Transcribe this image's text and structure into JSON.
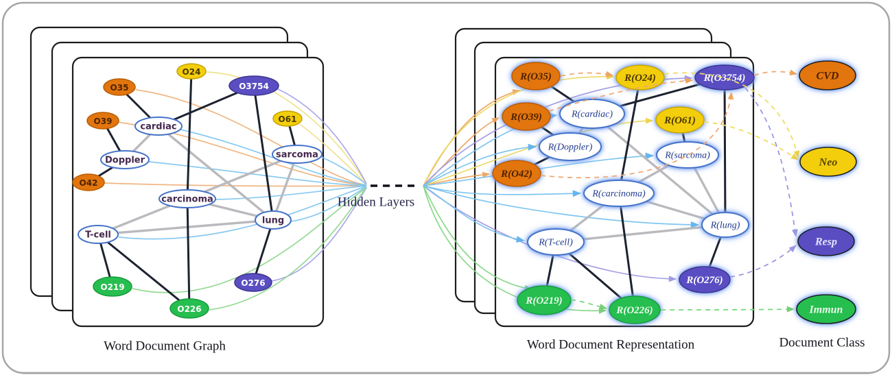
{
  "captions": {
    "left_panel": "Word Document Graph",
    "hidden_layers": "Hidden Layers",
    "right_panel": "Word Document Representation",
    "document_class": "Document Class"
  },
  "colors": {
    "cvd_orange": "#e2750e",
    "neo_yellow": "#f2ce0d",
    "resp_purple": "#5a4ec2",
    "immun_green": "#27be50",
    "word_node_border": "#4472c8",
    "doc_word_edge": "#1d2230",
    "word_word_edge": "#bababe",
    "glow_blue": "#5b8def",
    "flow_orange": "#efa55e",
    "flow_yellow": "#ecd964",
    "flow_blue": "#79c2ef",
    "flow_green": "#85d685",
    "flow_lavender": "#a09ae2"
  },
  "left_graph": {
    "doc_nodes": [
      {
        "label": "O35",
        "class": "CVD"
      },
      {
        "label": "O39",
        "class": "CVD"
      },
      {
        "label": "O42",
        "class": "CVD"
      },
      {
        "label": "O24",
        "class": "Neo"
      },
      {
        "label": "O61",
        "class": "Neo"
      },
      {
        "label": "O3754",
        "class": "Resp"
      },
      {
        "label": "O276",
        "class": "Resp"
      },
      {
        "label": "O219",
        "class": "Immun"
      },
      {
        "label": "O226",
        "class": "Immun"
      }
    ],
    "word_nodes": [
      {
        "label": "cardiac"
      },
      {
        "label": "Doppler"
      },
      {
        "label": "sarcoma"
      },
      {
        "label": "carcinoma"
      },
      {
        "label": "lung"
      },
      {
        "label": "T-cell"
      }
    ],
    "doc_word_edges": [
      [
        "O35",
        "cardiac"
      ],
      [
        "O39",
        "Doppler"
      ],
      [
        "O42",
        "Doppler"
      ],
      [
        "O24",
        "carcinoma"
      ],
      [
        "O226",
        "carcinoma"
      ],
      [
        "O3754",
        "cardiac"
      ],
      [
        "O3754",
        "lung"
      ],
      [
        "O61",
        "sarcoma"
      ],
      [
        "O219",
        "T-cell"
      ],
      [
        "O226",
        "T-cell"
      ],
      [
        "O276",
        "lung"
      ]
    ],
    "word_word_edges": [
      [
        "cardiac",
        "Doppler"
      ],
      [
        "cardiac",
        "lung"
      ],
      [
        "carcinoma",
        "sarcoma"
      ],
      [
        "carcinoma",
        "lung"
      ],
      [
        "carcinoma",
        "T-cell"
      ],
      [
        "T-cell",
        "lung"
      ],
      [
        "sarcoma",
        "lung"
      ]
    ]
  },
  "right_graph": {
    "doc_nodes": [
      {
        "label": "R(O35)",
        "class": "CVD"
      },
      {
        "label": "R(O39)",
        "class": "CVD"
      },
      {
        "label": "R(O42)",
        "class": "CVD"
      },
      {
        "label": "R(O24)",
        "class": "Neo"
      },
      {
        "label": "R(O61)",
        "class": "Neo"
      },
      {
        "label": "R(O3754)",
        "class": "Resp"
      },
      {
        "label": "R(O276)",
        "class": "Resp"
      },
      {
        "label": "R(O219)",
        "class": "Immun"
      },
      {
        "label": "R(O226)",
        "class": "Immun"
      }
    ],
    "word_nodes": [
      {
        "label": "R(cardiac)"
      },
      {
        "label": "R(Doppler)"
      },
      {
        "label": "R(sarcoma)"
      },
      {
        "label": "R(carcinoma)"
      },
      {
        "label": "R(lung)"
      },
      {
        "label": "R(T-cell)"
      }
    ],
    "doc_word_edges": [
      [
        "R(O35)",
        "R(cardiac)"
      ],
      [
        "R(O39)",
        "R(Doppler)"
      ],
      [
        "R(O42)",
        "R(Doppler)"
      ],
      [
        "R(O24)",
        "R(carcinoma)"
      ],
      [
        "R(O226)",
        "R(carcinoma)"
      ],
      [
        "R(O3754)",
        "R(cardiac)"
      ],
      [
        "R(O3754)",
        "R(lung)"
      ],
      [
        "R(O61)",
        "R(sarcoma)"
      ],
      [
        "R(O219)",
        "R(T-cell)"
      ],
      [
        "R(O226)",
        "R(T-cell)"
      ],
      [
        "R(O276)",
        "R(lung)"
      ]
    ],
    "word_word_edges": [
      [
        "R(cardiac)",
        "R(Doppler)"
      ],
      [
        "R(cardiac)",
        "R(lung)"
      ],
      [
        "R(carcinoma)",
        "R(sarcoma)"
      ],
      [
        "R(carcinoma)",
        "R(lung)"
      ],
      [
        "R(carcinoma)",
        "R(T-cell)"
      ],
      [
        "R(T-cell)",
        "R(lung)"
      ],
      [
        "R(sarcoma)",
        "R(lung)"
      ]
    ],
    "inference_edges": [
      {
        "from": "R(O35)",
        "to": "R(O24)",
        "color": "orange"
      },
      {
        "from": "R(O39)",
        "to": "R(O3754)",
        "color": "orange"
      },
      {
        "from": "R(O42)",
        "to": "R(O3754)",
        "color": "orange"
      },
      {
        "from": "R(O3754)",
        "to": "CVD",
        "color": "orange"
      },
      {
        "from": "R(O24)",
        "to": "Neo",
        "color": "yellow"
      },
      {
        "from": "R(O61)",
        "to": "Neo",
        "color": "yellow"
      },
      {
        "from": "R(O3754)",
        "to": "Resp",
        "color": "lavender"
      },
      {
        "from": "R(O276)",
        "to": "Resp",
        "color": "lavender"
      },
      {
        "from": "R(O219)",
        "to": "R(O226)",
        "color": "green"
      },
      {
        "from": "R(O226)",
        "to": "Immun",
        "color": "green"
      }
    ]
  },
  "classes": [
    {
      "label": "CVD"
    },
    {
      "label": "Neo"
    },
    {
      "label": "Resp"
    },
    {
      "label": "Immun"
    }
  ]
}
